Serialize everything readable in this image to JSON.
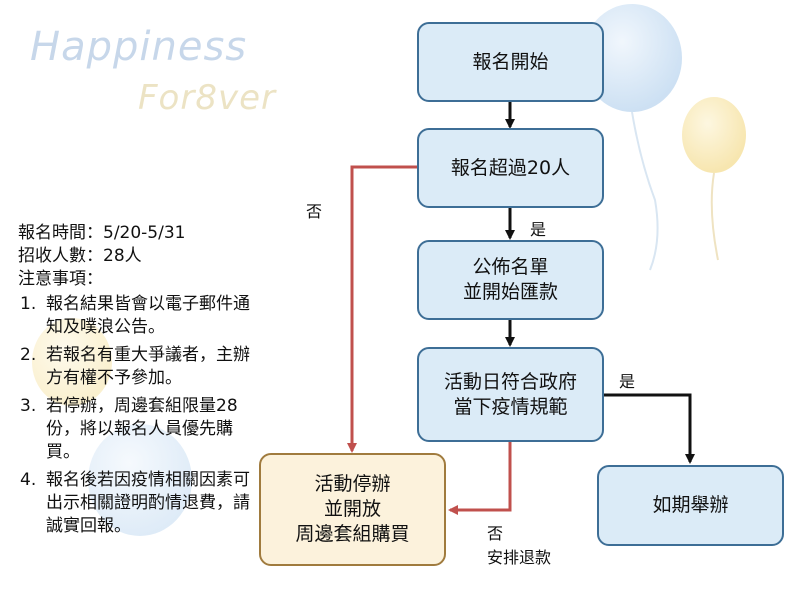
{
  "logo": {
    "line1": "Happiness",
    "line2": "For8ver"
  },
  "info": {
    "period": "報名時間：5/20-5/31",
    "capacity": "招收人數：28人",
    "notes_title": "注意事項：",
    "notes": [
      {
        "num": "1.",
        "text": "報名結果皆會以電子郵件通知及噗浪公告。"
      },
      {
        "num": "2.",
        "text": "若報名有重大爭議者，主辦方有權不予參加。"
      },
      {
        "num": "3.",
        "text": "若停辦，周邊套組限量28份，將以報名人員優先購買。"
      },
      {
        "num": "4.",
        "text": "報名後若因疫情相關因素可出示相關證明酌情退費，請誠實回報。"
      }
    ]
  },
  "flow": {
    "start": "報名開始",
    "check_count": "報名超過20人",
    "publish_l1": "公佈名單",
    "publish_l2": "並開始匯款",
    "check_rules_l1": "活動日符合政府",
    "check_rules_l2": "當下疫情規範",
    "cancel_l1": "活動停辦",
    "cancel_l2": "並開放",
    "cancel_l3": "周邊套組購買",
    "hold": "如期舉辦"
  },
  "labels": {
    "no_count": "否",
    "yes_count": "是",
    "yes_rules": "是",
    "no_rules": "否",
    "refund": "安排退款"
  },
  "colors": {
    "node_fill": "#dbebf7",
    "node_border": "#3d6e96",
    "alt_fill": "#fcf2dc",
    "alt_border": "#a07b3e",
    "no_line": "#c0504d",
    "yes_line": "#111111"
  }
}
